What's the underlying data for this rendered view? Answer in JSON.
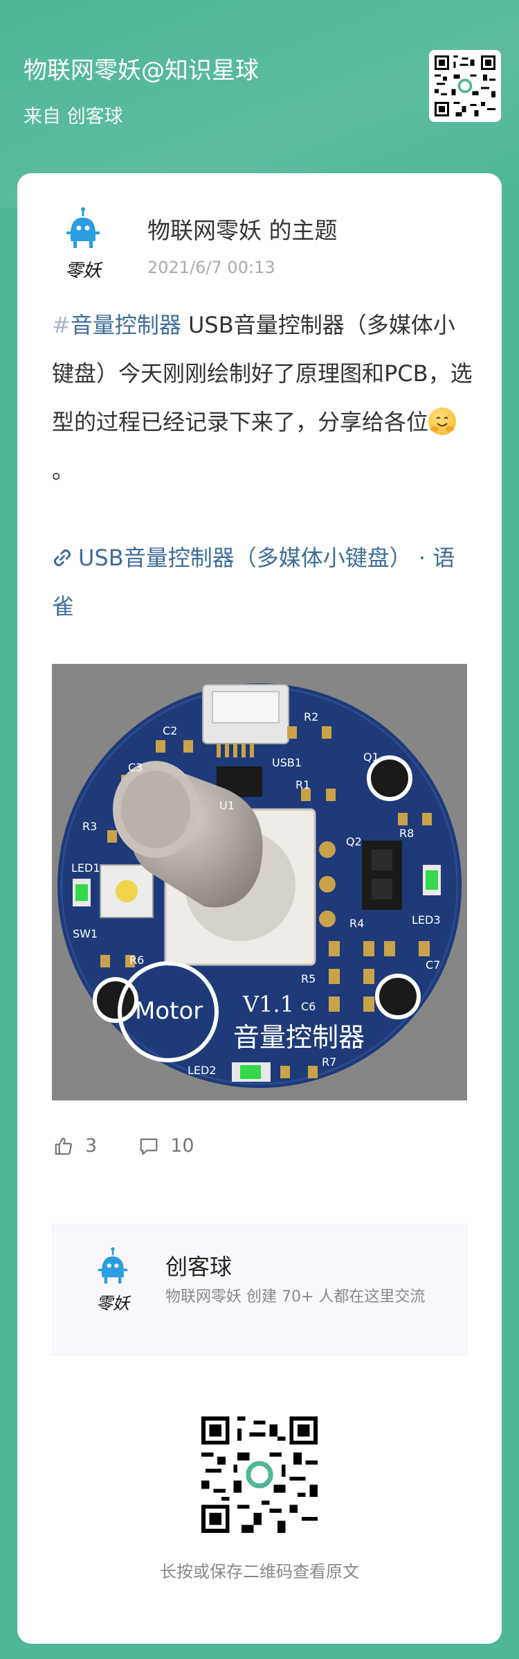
{
  "header": {
    "group_name": "物联网零妖@知识星球",
    "source": "来自 创客球"
  },
  "post": {
    "author": "物联网零妖 的主题",
    "time": "2021/6/7 00:13",
    "tag_hash": "#",
    "tag": "音量控制器",
    "text_before_emoji": " USB音量控制器（多媒体小键盘）今天刚刚绘制好了原理图和PCB，选型的过程已经记录下来了，分享给各位",
    "text_after_emoji": "。",
    "link_text": "USB音量控制器（多媒体小键盘） · 语雀",
    "avatar_logo_text": "零妖"
  },
  "pcb_image": {
    "labels": [
      "C2",
      "R2",
      "USB1",
      "Q1",
      "C3",
      "U1",
      "R1",
      "R3",
      "Q2",
      "R8",
      "LED1",
      "R4",
      "LED3",
      "SW1",
      "R6",
      "R5",
      "C7",
      "C6",
      "Motor",
      "V1.1",
      "音量控制器",
      "LED2",
      "R7"
    ]
  },
  "stats": {
    "likes": "3",
    "comments": "10"
  },
  "planet": {
    "name": "创客球",
    "description": "物联网零妖 创建 70+ 人都在这里交流",
    "avatar_logo_text": "零妖"
  },
  "footer": {
    "qr_hint": "长按或保存二维码查看原文"
  },
  "colors": {
    "background": "#4fb697",
    "link": "#3f6d99",
    "pcb_board": "#1e3a78"
  }
}
